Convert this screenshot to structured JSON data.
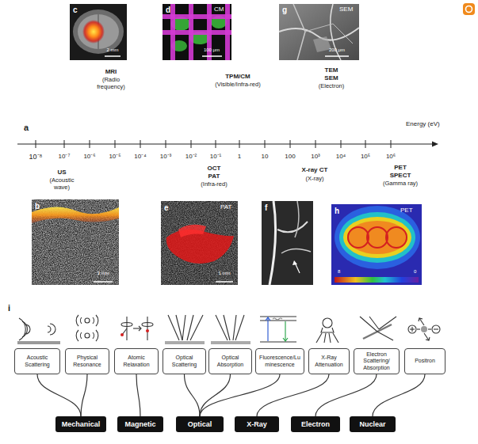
{
  "diagram": {
    "nodes": [
      {
        "text": [
          "Acoustic Scattering"
        ]
      },
      {
        "text": [
          "Physical Resonance"
        ]
      },
      {
        "text": [
          "Atomic Relaxation"
        ]
      },
      {
        "text": [
          "Optical Scattering"
        ]
      },
      {
        "text": [
          "Optical Absorption"
        ]
      },
      {
        "text": [
          "Fluorescence/Luminescence"
        ]
      },
      {
        "text": [
          "X-Ray Attenuation"
        ]
      },
      {
        "text": [
          "Electron Scattering/ Absorption"
        ]
      },
      {
        "text": [
          "Positron"
        ]
      },
      {
        "text": [
          "Mechanical"
        ]
      },
      {
        "text": [
          "Magnetic"
        ]
      },
      {
        "text": [
          "Optical"
        ]
      },
      {
        "text": [
          "X-Ray"
        ]
      },
      {
        "text": [
          "Electron"
        ]
      },
      {
        "text": [
          "Nuclear"
        ]
      }
    ],
    "edges": [
      {
        "from": 0,
        "to": 9,
        "arrow": "none"
      },
      {
        "from": 1,
        "to": 9,
        "arrow": "none"
      },
      {
        "from": 2,
        "to": 10,
        "arrow": "none"
      },
      {
        "from": 3,
        "to": 11,
        "arrow": "none"
      },
      {
        "from": 4,
        "to": 11,
        "arrow": "none"
      },
      {
        "from": 5,
        "to": 11,
        "arrow": "none"
      },
      {
        "from": 6,
        "to": 12,
        "arrow": "none"
      },
      {
        "from": 7,
        "to": 13,
        "arrow": "none"
      },
      {
        "from": 8,
        "to": 14,
        "arrow": "none"
      }
    ],
    "labels": [
      "a",
      "Energy (eV)",
      "10⁻⁸",
      "10⁻⁷",
      "10⁻⁶",
      "10⁻⁵",
      "10⁻⁴",
      "10⁻³",
      "10⁻²",
      "10⁻¹",
      "1",
      "10",
      "100",
      "10³",
      "10⁴",
      "10⁵",
      "10⁶",
      "MRI",
      "(Radio frequency)",
      "TPM/CM",
      "(Visible/Infra-red)",
      "TEM",
      "SEM",
      "(Electron)",
      "US",
      "(Acoustic wave)",
      "OCT",
      "PAT",
      "(Infra-red)",
      "X-ray CT",
      "(X-ray)",
      "PET",
      "SPECT",
      "(Gamma ray)",
      "c",
      "2 mm",
      "d",
      "CM",
      "100 μm",
      "g",
      "SEM",
      "200 μm",
      "b",
      "3 mm",
      "e",
      "PAT",
      "1 mm",
      "f",
      "h",
      "PET",
      "8",
      "0",
      "i"
    ]
  }
}
